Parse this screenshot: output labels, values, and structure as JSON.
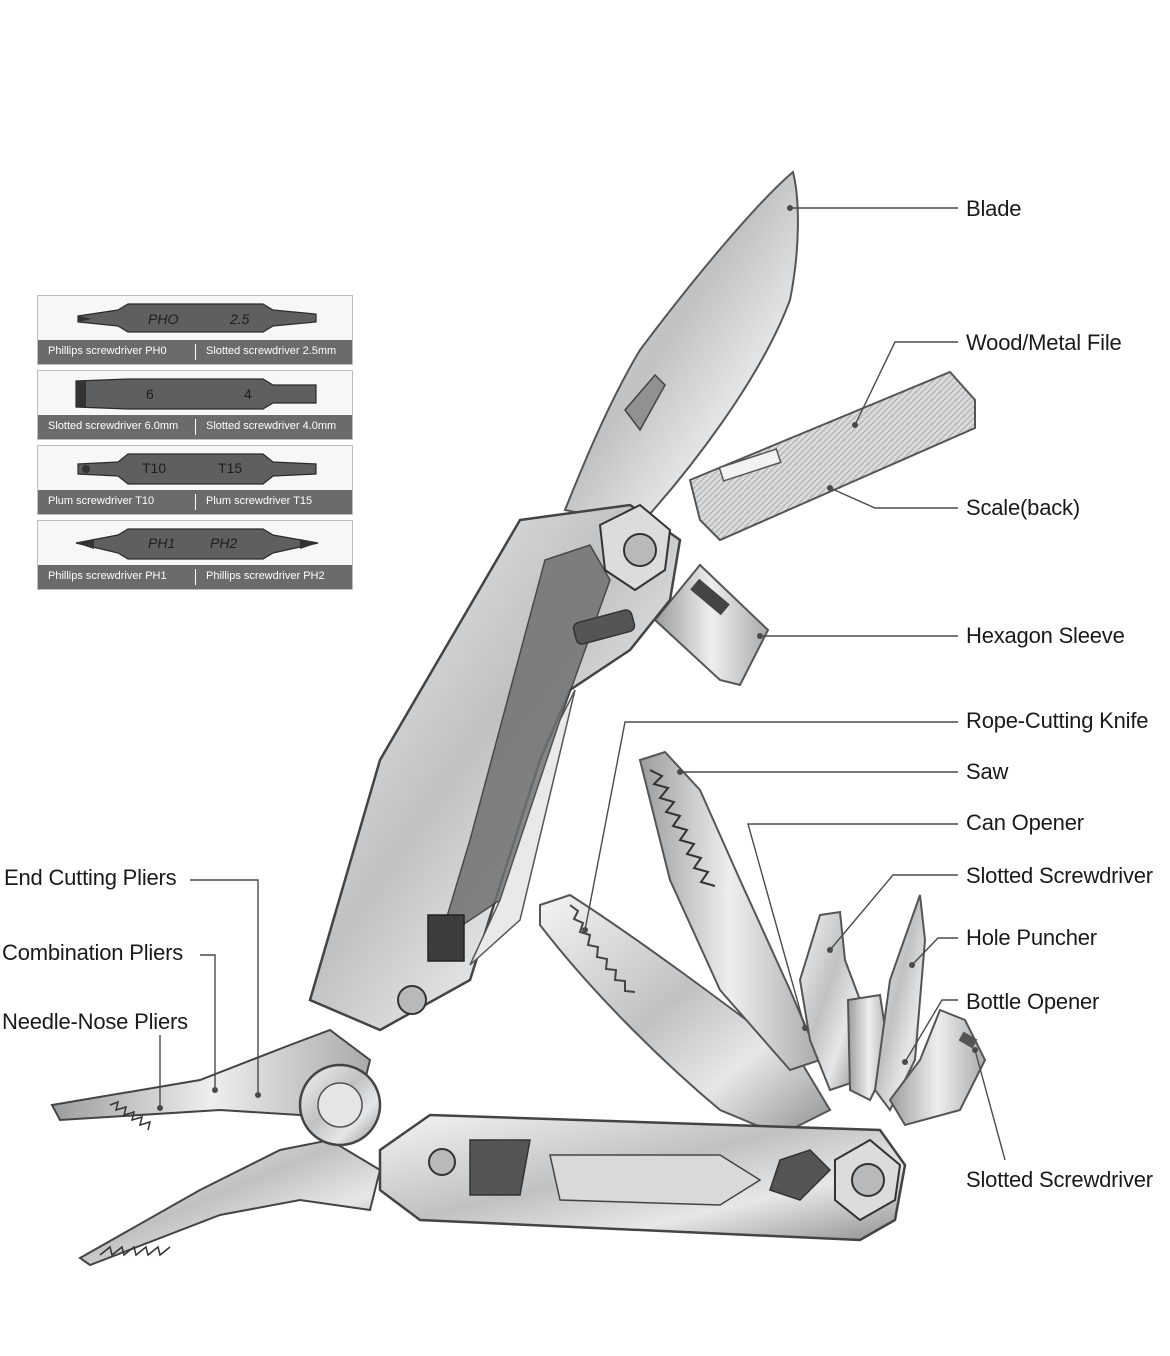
{
  "callouts": {
    "blade": "Blade",
    "file": "Wood/Metal File",
    "scale": "Scale(back)",
    "hex_sleeve": "Hexagon Sleeve",
    "rope_knife": "Rope-Cutting Knife",
    "saw": "Saw",
    "can_opener": "Can Opener",
    "slotted_top": "Slotted Screwdriver",
    "hole_puncher": "Hole Puncher",
    "bottle_opener": "Bottle Opener",
    "slotted_bottom": "Slotted Screwdriver",
    "end_pliers": "End Cutting Pliers",
    "combo_pliers": "Combination Pliers",
    "needle_pliers": "Needle-Nose Pliers"
  },
  "bits": [
    {
      "left_mark": "PHO",
      "right_mark": "2.5",
      "left_label": "Phillips screwdriver PH0",
      "right_label": "Slotted screwdriver 2.5mm"
    },
    {
      "left_mark": "6",
      "right_mark": "4",
      "left_label": "Slotted screwdriver 6.0mm",
      "right_label": "Slotted screwdriver 4.0mm"
    },
    {
      "left_mark": "T10",
      "right_mark": "T15",
      "left_label": "Plum screwdriver T10",
      "right_label": "Plum screwdriver T15"
    },
    {
      "left_mark": "PH1",
      "right_mark": "PH2",
      "left_label": "Phillips screwdriver PH1",
      "right_label": "Phillips screwdriver PH2"
    }
  ]
}
